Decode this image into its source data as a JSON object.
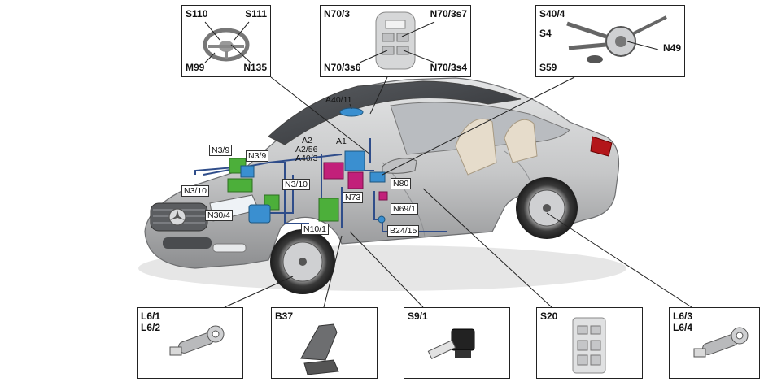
{
  "callouts": {
    "steering_wheel": {
      "tl": "S110",
      "tr": "S111",
      "bl": "M99",
      "br": "N135"
    },
    "overhead": {
      "tl": "N70/3",
      "tr": "N70/3s7",
      "bl": "N70/3s6",
      "br": "N70/3s4"
    },
    "column_switch": {
      "t": "S40/4",
      "m": "S4",
      "r": "N49",
      "b": "S59"
    },
    "l6_front": {
      "a": "L6/1",
      "b": "L6/2"
    },
    "b37": {
      "a": "B37"
    },
    "s9_1": {
      "a": "S9/1"
    },
    "s20": {
      "a": "S20"
    },
    "l6_rear": {
      "a": "L6/3",
      "b": "L6/4"
    }
  },
  "labels": {
    "a40_11": "A40/11",
    "a2": "A2",
    "a2_56": "A2/56",
    "a40_3": "A40/3",
    "a1": "A1",
    "n3_9_left": "N3/9",
    "n3_9_right": "N3/9",
    "n3_10_left": "N3/10",
    "n3_10_right": "N3/10",
    "n30_4": "N30/4",
    "n10_1": "N10/1",
    "n73": "N73",
    "n80": "N80",
    "n69_1": "N69/1",
    "b24_15": "B24/15"
  },
  "colors": {
    "network_line": "#2f4d8a",
    "module_blue": "#3a8fd0",
    "module_green": "#4caf3a",
    "module_magenta": "#c2207a",
    "car_body": "#c9cacb"
  }
}
